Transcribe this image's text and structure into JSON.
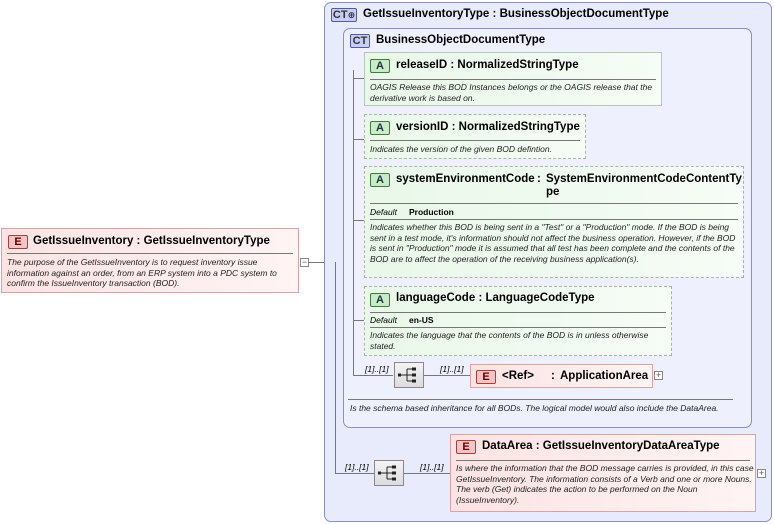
{
  "outer_type": {
    "badge": "CT",
    "name": "GetIssueInventoryType",
    "separator": ":",
    "base": "BusinessObjectDocumentType"
  },
  "inner_type": {
    "badge": "CT",
    "name": "BusinessObjectDocumentType",
    "description": "Is the schema based inheritance for all BODs. The logical model would also include the DataArea."
  },
  "attributes": [
    {
      "badge": "A",
      "name": "releaseID",
      "separator": ":",
      "type": "NormalizedStringType",
      "description": "OAGIS Release this BOD Instances belongs or the OAGIS release that the derivative work is based on."
    },
    {
      "badge": "A",
      "name": "versionID",
      "separator": ":",
      "type": "NormalizedStringType",
      "description": "Indicates the version of the given BOD defintion."
    },
    {
      "badge": "A",
      "name": "systemEnvironmentCode",
      "separator": ":",
      "type_line1": "SystemEnvironmentCodeContentTy",
      "type_line2": "pe",
      "default_label": "Default",
      "default_value": "Production",
      "description": "Indicates whether this BOD is being sent in a \"Test\" or a \"Production\" mode. If the BOD is being sent in a test mode, it's information should not affect the business operation. However, if the BOD is sent in \"Production\" mode it is assumed that all test has been complete and the contents of the BOD are to affect the operation of the receiving business application(s)."
    },
    {
      "badge": "A",
      "name": "languageCode",
      "separator": ":",
      "type": "LanguageCodeType",
      "default_label": "Default",
      "default_value": "en-US",
      "description": "Indicates the language that the contents of the BOD is in unless otherwise stated."
    }
  ],
  "root_element": {
    "badge": "E",
    "name": "GetIssueInventory",
    "separator": ":",
    "type": "GetIssueInventoryType",
    "description": "The purpose of the GetIssueInventory is to request inventory issue information against an order, from an ERP system into a PDC system to confirm the IssueInventory transaction (BOD).",
    "collapse_symbol": "−"
  },
  "application_area": {
    "badge": "E",
    "ref": "<Ref>",
    "separator": ":",
    "name": "ApplicationArea",
    "card_before": "[1]..[1]",
    "card_after": "[1]..[1]",
    "expand_symbol": "+"
  },
  "data_area": {
    "badge": "E",
    "name": "DataArea",
    "separator": ":",
    "type": "GetIssueInventoryDataAreaType",
    "card_before": "[1]..[1]",
    "card_after": "[1]..[1]",
    "description": "Is where the information that the BOD message carries is provided, in this case GetIssueInventory. The information consists of a Verb and one or more Nouns. The verb (Get) indicates the action to be performed on the Noun (IssueInventory).",
    "expand_symbol": "+"
  }
}
